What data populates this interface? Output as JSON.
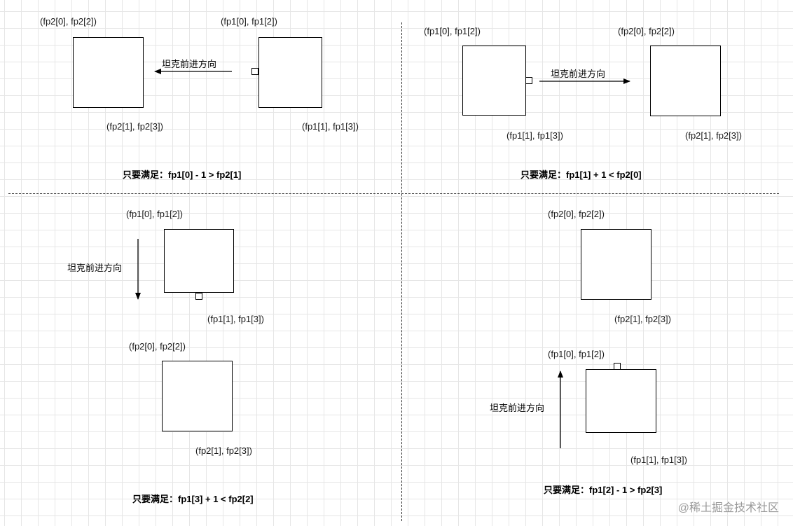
{
  "direction_label": "坦克前进方向",
  "watermark": "@稀土掘金技术社区",
  "q1": {
    "fp2_top": "(fp2[0], fp2[2])",
    "fp2_bottom": "(fp2[1], fp2[3])",
    "fp1_top": "(fp1[0], fp1[2])",
    "fp1_bottom": "(fp1[1], fp1[3])",
    "condition": "只要满足：fp1[0] - 1 > fp2[1]"
  },
  "q2": {
    "fp1_top": "(fp1[0], fp1[2])",
    "fp1_bottom": "(fp1[1], fp1[3])",
    "fp2_top": "(fp2[0], fp2[2])",
    "fp2_bottom": "(fp2[1], fp2[3])",
    "condition": "只要满足：fp1[1] + 1 < fp2[0]"
  },
  "q3": {
    "fp1_top": "(fp1[0], fp1[2])",
    "fp1_bottom": "(fp1[1], fp1[3])",
    "fp2_top": "(fp2[0], fp2[2])",
    "fp2_bottom": "(fp2[1], fp2[3])",
    "condition": "只要满足：fp1[3] + 1 < fp2[2]"
  },
  "q4": {
    "fp2_top": "(fp2[0], fp2[2])",
    "fp2_bottom": "(fp2[1], fp2[3])",
    "fp1_top": "(fp1[0], fp1[2])",
    "fp1_bottom": "(fp1[1], fp1[3])",
    "condition": "只要满足：fp1[2] - 1 > fp2[3]"
  }
}
